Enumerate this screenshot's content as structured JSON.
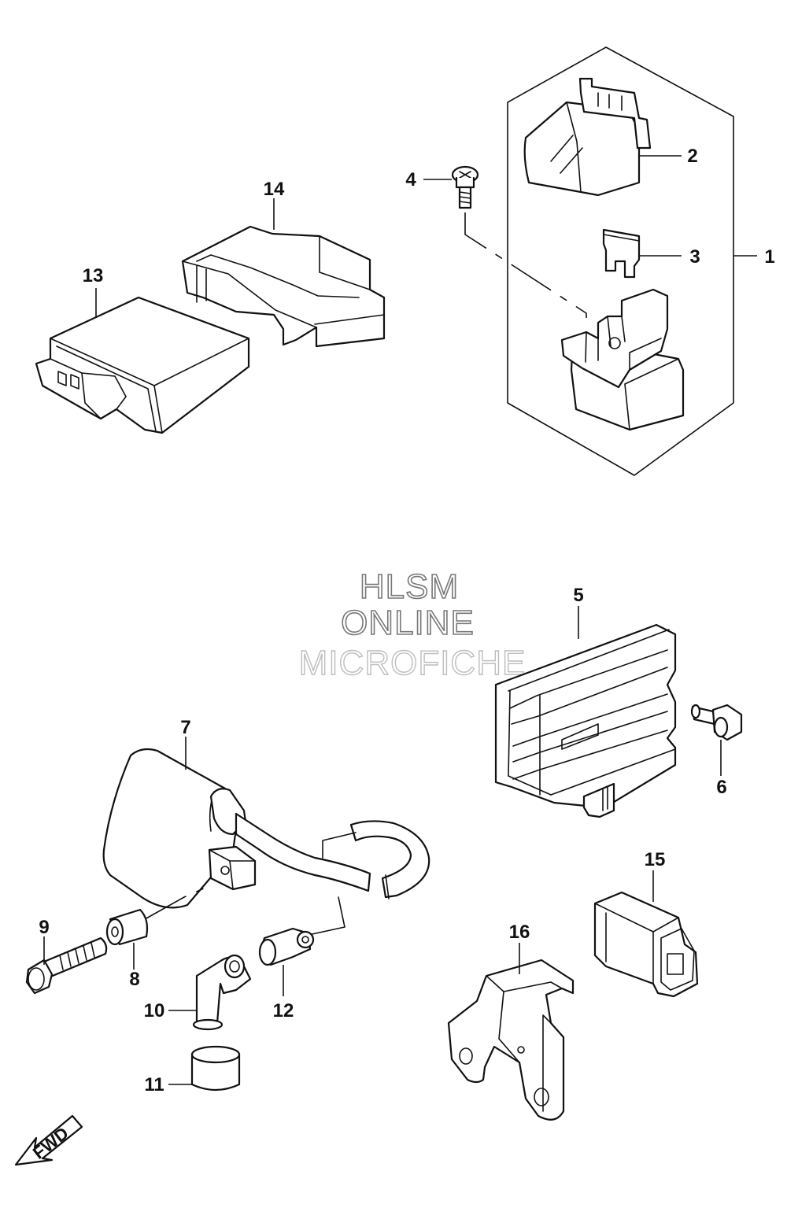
{
  "watermark": {
    "line1": "HLSM",
    "line2": "ONLINE",
    "line3": "MICROFICHE"
  },
  "fwd_label": "FWD",
  "callouts": {
    "c1": "1",
    "c2": "2",
    "c3": "3",
    "c4": "4",
    "c5": "5",
    "c6": "6",
    "c7": "7",
    "c8": "8",
    "c9": "9",
    "c10": "10",
    "c11": "11",
    "c12": "12",
    "c13": "13",
    "c14": "14",
    "c15": "15",
    "c16": "16"
  }
}
